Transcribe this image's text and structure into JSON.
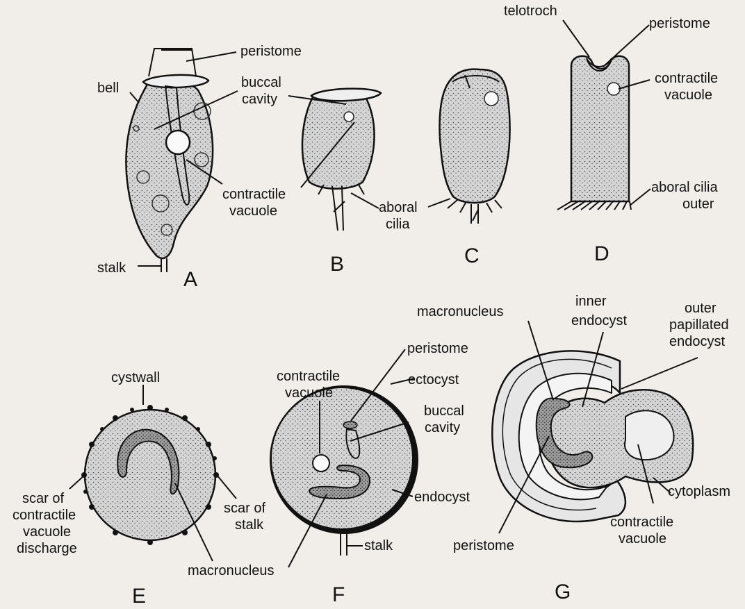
{
  "panels": {
    "a": {
      "letter": "A",
      "peristome": "peristome",
      "bell": "bell",
      "buccal1": "buccal",
      "buccal2": "cavity",
      "cv1": "contractile",
      "cv2": "vacuole",
      "stalk": "stalk"
    },
    "b": {
      "letter": "B",
      "aboral1": "aboral",
      "aboral2": "cilia"
    },
    "c": {
      "letter": "C"
    },
    "d": {
      "letter": "D",
      "telotroch": "telotroch",
      "peristome": "peristome",
      "cv1": "contractile",
      "cv2": "vacuole",
      "aboral1": "aboral cilia",
      "aboral2": "outer"
    },
    "e": {
      "letter": "E",
      "cystwall": "cystwall",
      "scar1": "scar of",
      "scar2": "contractile",
      "scar3": "vacuole",
      "scar4": "discharge",
      "scarstalk1": "scar of",
      "scarstalk2": "stalk",
      "macro": "macronucleus"
    },
    "f": {
      "letter": "F",
      "cv1": "contractile",
      "cv2": "vacuole",
      "peristome": "peristome",
      "ectocyst": "ectocyst",
      "buccal1": "buccal",
      "buccal2": "cavity",
      "endocyst": "endocyst",
      "stalk": "stalk"
    },
    "g": {
      "letter": "G",
      "macro": "macronucleus",
      "inner1": "inner",
      "inner2": "endocyst",
      "outer1": "outer",
      "outer2": "papillated",
      "outer3": "endocyst",
      "cytoplasm": "cytoplasm",
      "cv1": "contractile",
      "cv2": "vacuole",
      "peristome": "peristome"
    }
  },
  "colors": {
    "ink": "#111111",
    "cell_fill": "#cfcfcf",
    "background": "#f1eeea"
  }
}
